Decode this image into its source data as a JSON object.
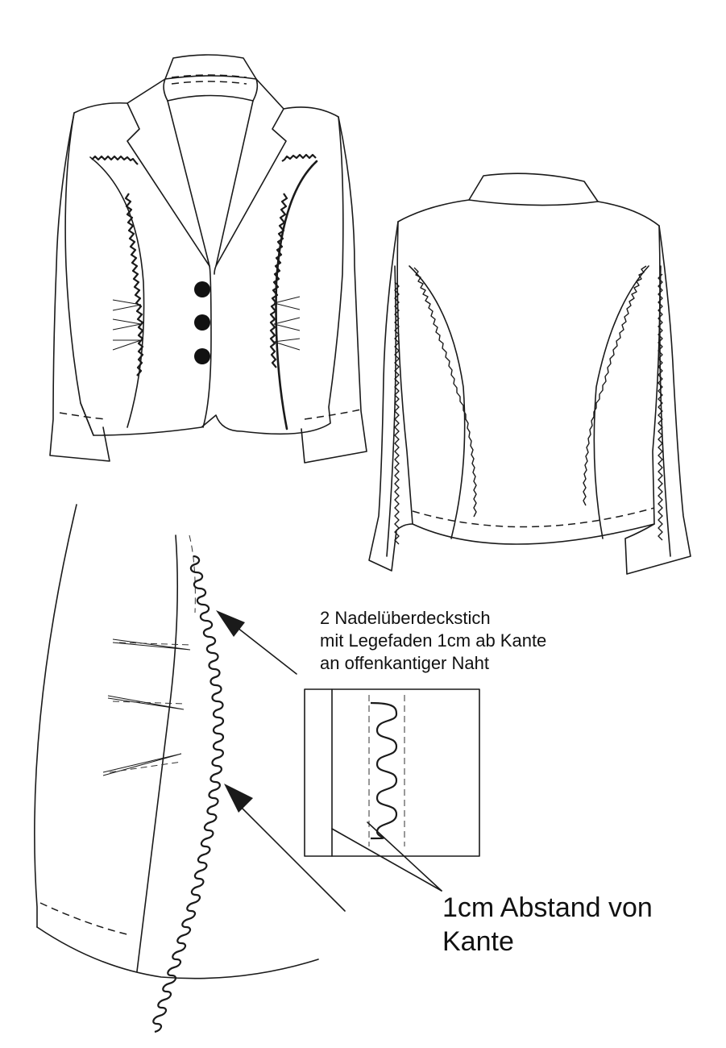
{
  "annotation_stitch": {
    "line1": "2 Nadelüberdeckstich",
    "line2": "mit Legefaden 1cm ab Kante",
    "line3": "an offenkantiger Naht"
  },
  "annotation_distance": {
    "line1": "1cm Abstand von",
    "line2": "Kante"
  },
  "colors": {
    "line": "#1a1a1a",
    "button_fill": "#111111",
    "background": "#ffffff"
  }
}
